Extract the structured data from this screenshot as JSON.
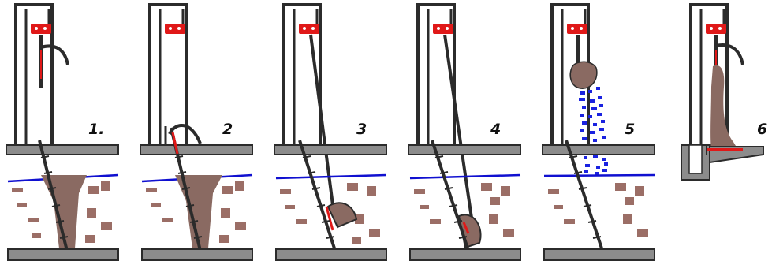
{
  "colors": {
    "frame": "#2b2b2b",
    "ground": "#8c8c8c",
    "water_line": "#1010d0",
    "sediment": "#8a6a62",
    "chunks": "#9b6e66",
    "lamp": "#e01818",
    "red_mark": "#e01818",
    "water_drops": "#1a22e0",
    "background": "#ffffff"
  },
  "panels": [
    {
      "label": "1.",
      "stage": "lowering"
    },
    {
      "label": "2",
      "stage": "released"
    },
    {
      "label": "3",
      "stage": "grab_closing"
    },
    {
      "label": "4",
      "stage": "grab_closed"
    },
    {
      "label": "5",
      "stage": "lifting_draining"
    },
    {
      "label": "6",
      "stage": "dumping"
    }
  ]
}
